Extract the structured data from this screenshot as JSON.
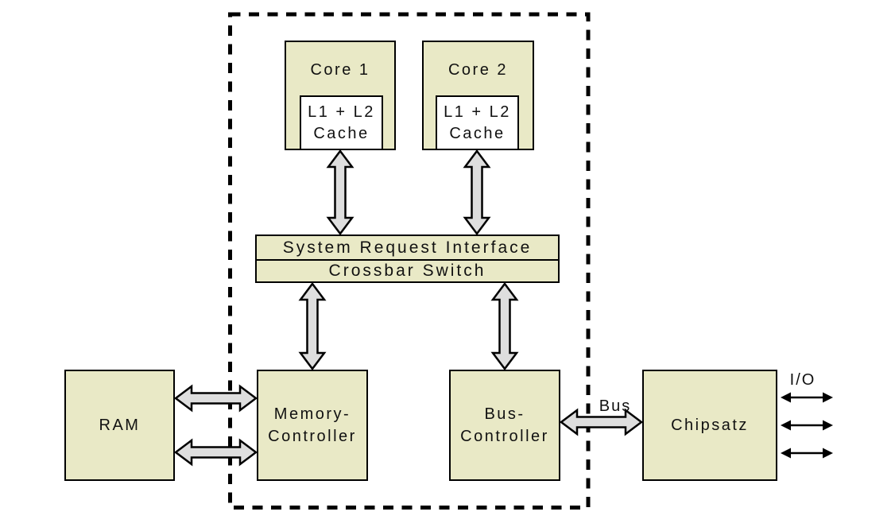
{
  "colors": {
    "box_fill": "#e9e9c6",
    "arrow_fill": "#dedede",
    "line": "#000000",
    "background": "#ffffff"
  },
  "nodes": {
    "core1": {
      "label": "Core 1"
    },
    "core2": {
      "label": "Core 2"
    },
    "cache1": {
      "line1": "L1 + L2",
      "line2": "Cache"
    },
    "cache2": {
      "line1": "L1 + L2",
      "line2": "Cache"
    },
    "system_request_interface": {
      "label": "System Request Interface"
    },
    "crossbar_switch": {
      "label": "Crossbar Switch"
    },
    "ram": {
      "label": "RAM"
    },
    "memory_controller": {
      "line1": "Memory-",
      "line2": "Controller"
    },
    "bus_controller": {
      "line1": "Bus-",
      "line2": "Controller"
    },
    "chipset": {
      "label": "Chipsatz"
    }
  },
  "labels": {
    "bus": "Bus",
    "io": "I/O"
  }
}
